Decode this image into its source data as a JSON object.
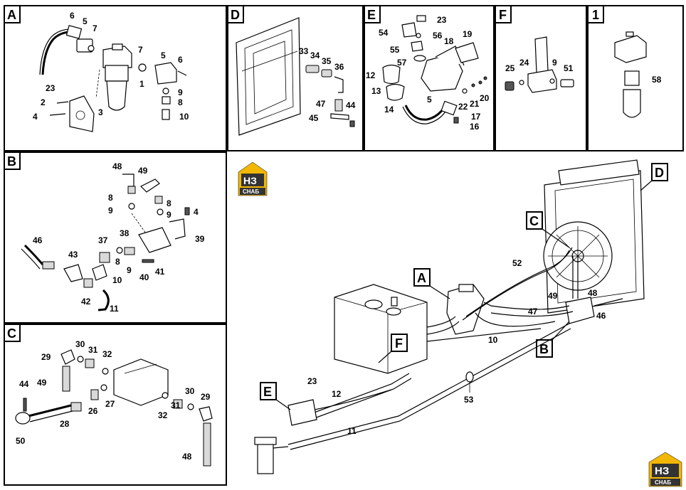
{
  "sections": {
    "A": "A",
    "B": "B",
    "C": "C",
    "D": "D",
    "E": "E",
    "F": "F",
    "one": "1"
  },
  "main_callouts": {
    "A": "A",
    "B": "B",
    "C": "C",
    "D": "D",
    "E": "E",
    "F": "F"
  },
  "logo": {
    "main": "НЗ",
    "sub": "СНАБ"
  },
  "colors": {
    "logo_yellow": "#f2b705",
    "logo_dark": "#333333",
    "line": "#000000"
  },
  "labels": {
    "A": [
      "6",
      "5",
      "7",
      "7",
      "5",
      "6",
      "23",
      "1",
      "9",
      "8",
      "10",
      "2",
      "3",
      "4"
    ],
    "B": [
      "48",
      "49",
      "8",
      "8",
      "9",
      "9",
      "4",
      "38",
      "39",
      "37",
      "46",
      "43",
      "8",
      "9",
      "40",
      "41",
      "10",
      "42",
      "11"
    ],
    "C": [
      "30",
      "31",
      "29",
      "32",
      "44",
      "49",
      "31",
      "30",
      "29",
      "26",
      "27",
      "32",
      "28",
      "50",
      "48"
    ],
    "D": [
      "33",
      "34",
      "35",
      "36",
      "47",
      "44",
      "45"
    ],
    "E": [
      "23",
      "54",
      "56",
      "18",
      "19",
      "55",
      "57",
      "12",
      "13",
      "5",
      "22",
      "21",
      "20",
      "14",
      "17",
      "16"
    ],
    "F": [
      "25",
      "24",
      "9",
      "51"
    ],
    "one": [
      "58"
    ],
    "main": [
      "52",
      "49",
      "48",
      "47",
      "46",
      "10",
      "23",
      "12",
      "11",
      "53"
    ]
  }
}
